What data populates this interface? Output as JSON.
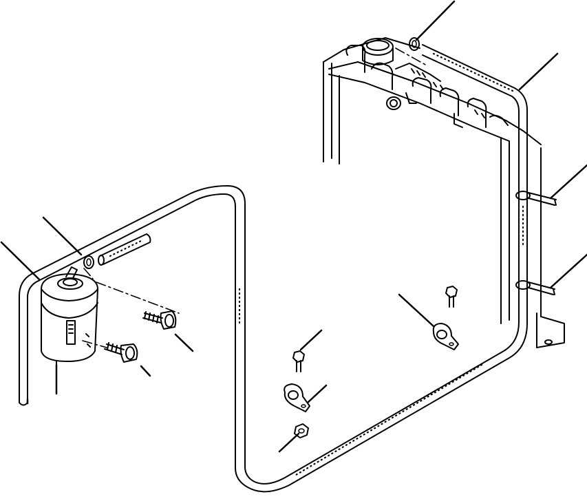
{
  "diagram": {
    "kind": "exploded-parts-illustration",
    "parts": [
      {
        "id": "radiator",
        "icon": "radiator-icon"
      },
      {
        "id": "overflow-tank",
        "icon": "reservoir-icon"
      },
      {
        "id": "overflow-hose",
        "icon": "hose-icon"
      },
      {
        "id": "hose-clamp-upper",
        "icon": "hose-clamp-icon"
      },
      {
        "id": "hose-clamp-tank",
        "icon": "hose-clamp-icon"
      },
      {
        "id": "mounting-bolt-upper",
        "icon": "bolt-icon"
      },
      {
        "id": "mounting-bolt-lower",
        "icon": "bolt-icon"
      },
      {
        "id": "clip-left",
        "icon": "p-clip-icon"
      },
      {
        "id": "clip-right",
        "icon": "p-clip-icon"
      },
      {
        "id": "clip-bolt-left",
        "icon": "bolt-icon"
      },
      {
        "id": "clip-bolt-right",
        "icon": "bolt-icon"
      },
      {
        "id": "nut",
        "icon": "nut-icon"
      },
      {
        "id": "tie-band-upper",
        "icon": "tie-band-icon"
      },
      {
        "id": "tie-band-lower",
        "icon": "tie-band-icon"
      }
    ],
    "callouts_count": 14
  }
}
